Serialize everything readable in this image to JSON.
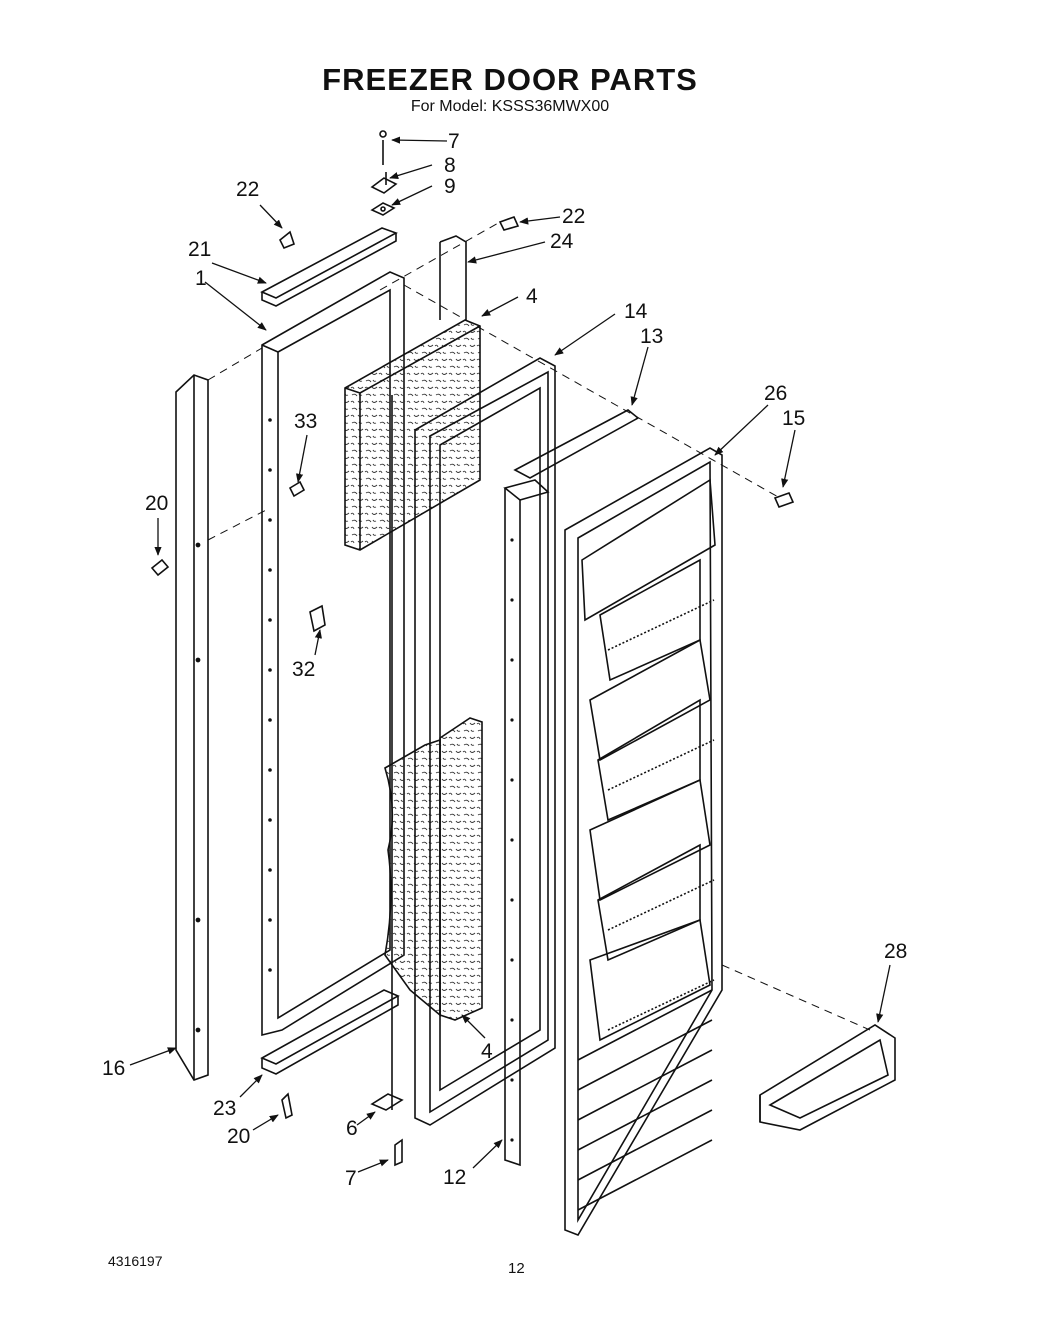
{
  "header": {
    "title": "FREEZER DOOR PARTS",
    "subtitle": "For Model: KSSS36MWX00"
  },
  "footer": {
    "document_number": "4316197",
    "page_number": "12"
  },
  "callouts": [
    "7",
    "8",
    "9",
    "22",
    "22",
    "24",
    "21",
    "1",
    "4",
    "14",
    "13",
    "26",
    "15",
    "33",
    "20",
    "32",
    "28",
    "4",
    "16",
    "23",
    "20",
    "6",
    "7",
    "12"
  ]
}
